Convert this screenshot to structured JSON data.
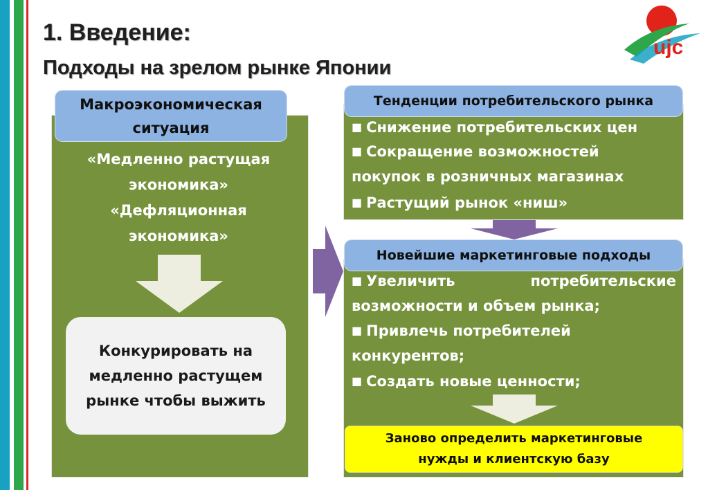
{
  "title": "1. Введение:",
  "subtitle": "Подходы на зрелом рынке Японии",
  "logo": {
    "text": "ujc",
    "colors": {
      "sun": "#e2231a",
      "swoosh_green": "#2ea64a",
      "swoosh_blue": "#17a2c4"
    }
  },
  "left_panel": {
    "header": [
      "Макроэкономическая",
      "ситуация"
    ],
    "lines": [
      "«Медленно растущая",
      "экономика»",
      "«Дефляционная",
      "экономика»"
    ],
    "result": [
      "Конкурировать на",
      "медленно растущем",
      "рынке чтобы выжить"
    ]
  },
  "top_panel": {
    "header": "Тенденции потребительского  рынка",
    "bullet_1": "Снижение потребительских цен",
    "bullet_2a": "Сокращение возможностей",
    "bullet_2b": "покупок в розничных магазинах",
    "bullet_3": "Растущий рынок «ниш»"
  },
  "mid_panel": {
    "header": "Новейшие маркетинговые подходы",
    "b1_word1": "Увеличить",
    "b1_word2": "потребительские",
    "b1_line2": "возможности и объем рынка;",
    "b2_line1": "Привлечь потребителей",
    "b2_line2": "конкурентов;",
    "b3": "Создать новые ценности;"
  },
  "conclusion": [
    "Заново определить маркетинговые",
    "нужды и клиентскую базу"
  ],
  "bullet_glyph": "■",
  "colors": {
    "panel_green": "#76923c",
    "header_blue": "#8db3e2",
    "arrow_purple": "#8064a2",
    "arrow_light": "#eeeee0",
    "conclusion_yellow": "#ffff00"
  }
}
